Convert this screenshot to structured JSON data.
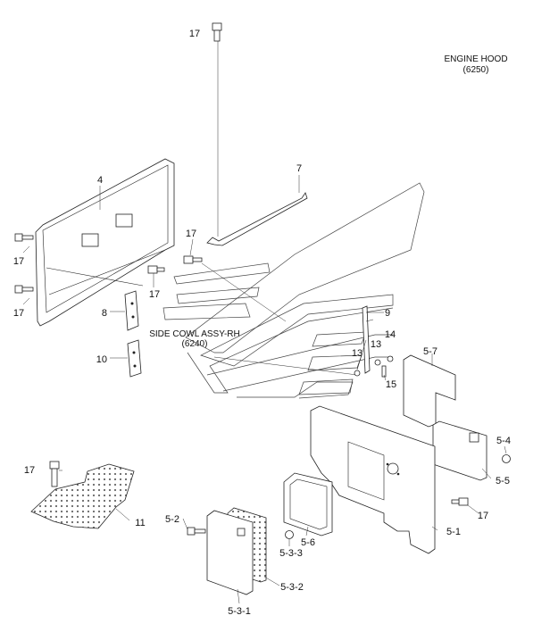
{
  "titles": {
    "engine_hood": "ENGINE HOOD",
    "engine_hood_code": "(6250)",
    "side_cowl": "SIDE COWL ASSY-RH",
    "side_cowl_code": "(6240)"
  },
  "callouts": {
    "c17_top": "17",
    "c7": "7",
    "c4": "4",
    "c17_left_a": "17",
    "c17_left_b": "17",
    "c17_mid": "17",
    "c17_mid2": "17",
    "c8": "8",
    "c10": "10",
    "c9": "9",
    "c14": "14",
    "c13a": "13",
    "c13b": "13",
    "c15": "15",
    "c5_7": "5-7",
    "c5_4": "5-4",
    "c5_5": "5-5",
    "c17_right": "17",
    "c5_1": "5-1",
    "c17_bl": "17",
    "c11": "11",
    "c5_2": "5-2",
    "c5_6": "5-6",
    "c5_3_3": "5-3-3",
    "c5_3_2": "5-3-2",
    "c5_3_1": "5-3-1"
  }
}
